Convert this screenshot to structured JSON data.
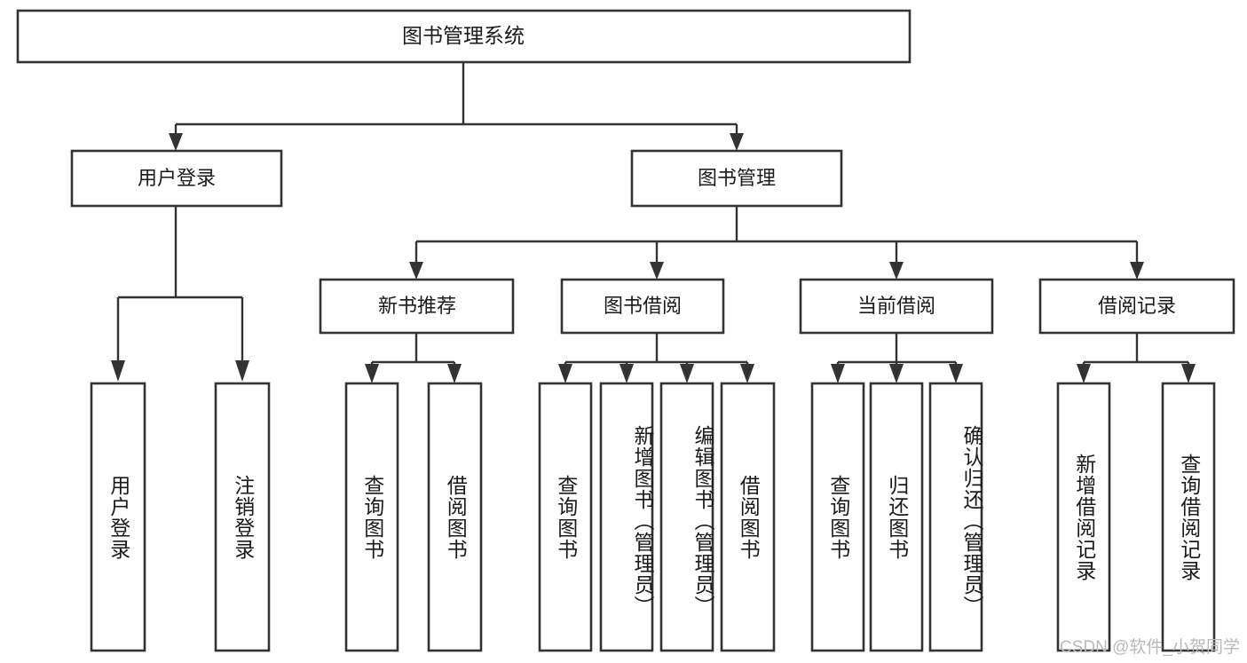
{
  "diagram": {
    "title": "图书管理系统",
    "type": "hierarchy-tree",
    "watermark": "CSDN @软件_小贺同学",
    "nodes": {
      "root": {
        "label": "图书管理系统"
      },
      "level2": [
        {
          "id": "user-login",
          "label": "用户登录"
        },
        {
          "id": "book-manage",
          "label": "图书管理"
        }
      ],
      "level3": [
        {
          "id": "new-book-recommend",
          "label": "新书推荐"
        },
        {
          "id": "book-borrow",
          "label": "图书借阅"
        },
        {
          "id": "current-borrow",
          "label": "当前借阅"
        },
        {
          "id": "borrow-record",
          "label": "借阅记录"
        }
      ],
      "leaves": [
        {
          "id": "leaf-user-login",
          "label": "用户登录",
          "parent": "user-login"
        },
        {
          "id": "leaf-logout-login",
          "label": "注销登录",
          "parent": "user-login"
        },
        {
          "id": "leaf-query-book-1",
          "label": "查询图书",
          "parent": "new-book-recommend"
        },
        {
          "id": "leaf-borrow-book-1",
          "label": "借阅图书",
          "parent": "new-book-recommend"
        },
        {
          "id": "leaf-query-book-2",
          "label": "查询图书",
          "parent": "book-borrow"
        },
        {
          "id": "leaf-add-book",
          "label": "新增图书（管理员）",
          "parent": "book-borrow"
        },
        {
          "id": "leaf-edit-book",
          "label": "编辑图书（管理员）",
          "parent": "book-borrow"
        },
        {
          "id": "leaf-borrow-book-2",
          "label": "借阅图书",
          "parent": "book-borrow"
        },
        {
          "id": "leaf-query-book-3",
          "label": "查询图书",
          "parent": "current-borrow"
        },
        {
          "id": "leaf-return-book",
          "label": "归还图书",
          "parent": "current-borrow"
        },
        {
          "id": "leaf-confirm-return",
          "label": "确认归还（管理员）",
          "parent": "current-borrow"
        },
        {
          "id": "leaf-add-record",
          "label": "新增借阅记录",
          "parent": "borrow-record"
        },
        {
          "id": "leaf-query-record",
          "label": "查询借阅记录",
          "parent": "borrow-record"
        }
      ]
    },
    "colors": {
      "stroke": "#333333",
      "fill": "#ffffff",
      "text": "#1a1a1a",
      "watermark": "#b9b9b9"
    }
  }
}
